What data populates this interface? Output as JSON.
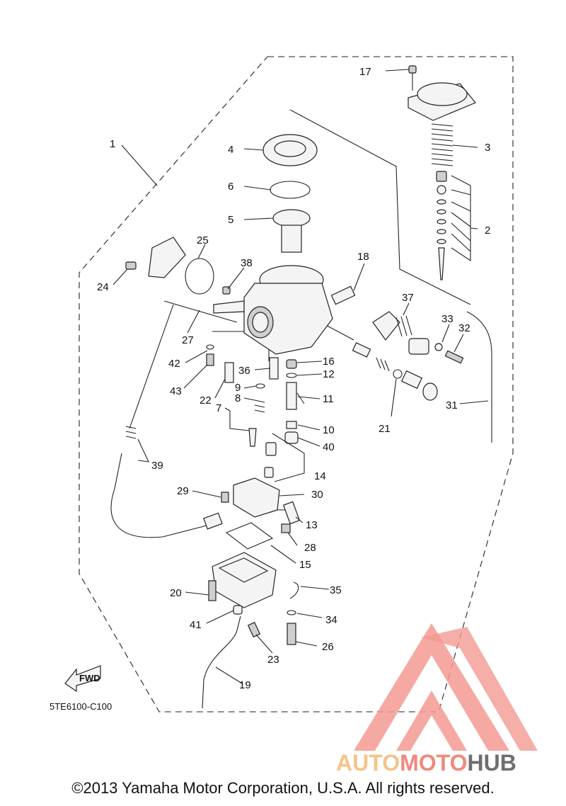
{
  "diagram": {
    "code": "5TE6100-C100",
    "fwd_label": "FWD",
    "callouts": [
      "1",
      "2",
      "3",
      "4",
      "5",
      "6",
      "7",
      "8",
      "9",
      "10",
      "11",
      "12",
      "13",
      "14",
      "15",
      "16",
      "17",
      "18",
      "19",
      "20",
      "21",
      "22",
      "23",
      "24",
      "25",
      "26",
      "27",
      "28",
      "29",
      "30",
      "31",
      "32",
      "33",
      "34",
      "35",
      "36",
      "37",
      "38",
      "39",
      "40",
      "41",
      "42",
      "43"
    ]
  },
  "watermark": {
    "part1": "AUTO",
    "part2": "MOTO",
    "part3": "HUB",
    "colors": {
      "auto": "#f6c38a",
      "moto": "#f08a7e",
      "hub": "#6e6e6e",
      "logo": "#f39a92"
    }
  },
  "footer": {
    "copyright": "©2013 Yamaha Motor Corporation, U.S.A. All rights reserved."
  }
}
